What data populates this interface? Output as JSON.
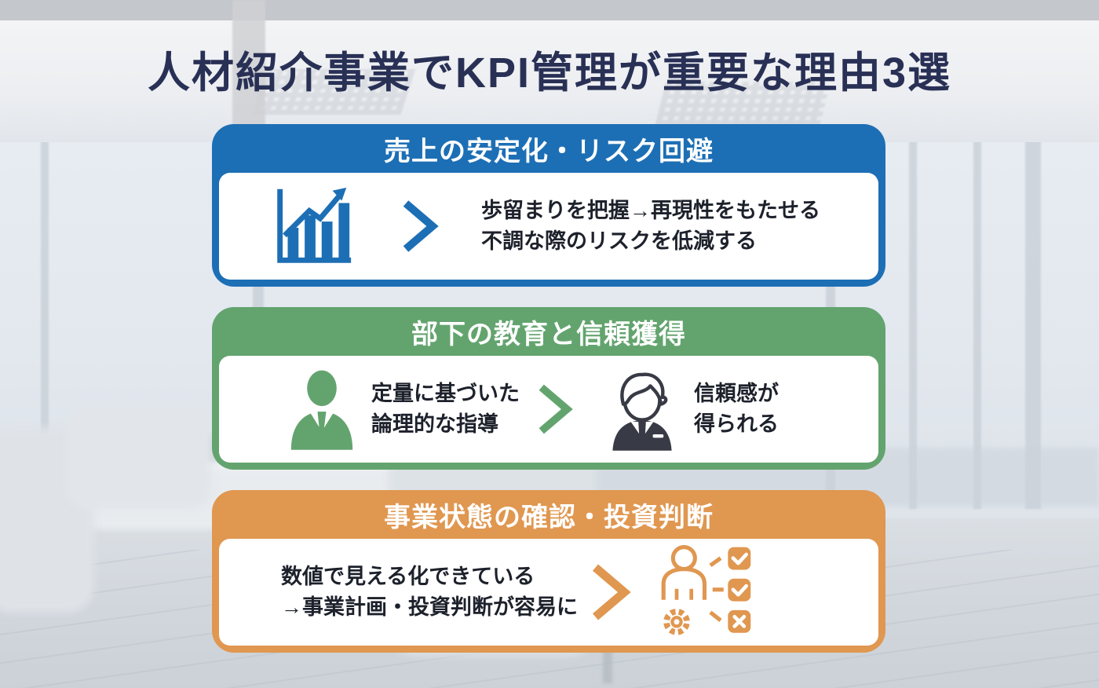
{
  "title": "人材紹介事業でKPI管理が重要な理由3選",
  "cards": [
    {
      "header": "売上の安定化・リスク回避",
      "accent": "#1d6fb5",
      "body": {
        "line1": "歩留まりを把握→再現性をもたせる",
        "line2": "不調な際のリスクを低減する"
      },
      "icons": [
        "bar-chart-growth-icon",
        "chevron-right-icon"
      ]
    },
    {
      "header": "部下の教育と信頼獲得",
      "accent": "#63a46e",
      "left": {
        "line1": "定量に基づいた",
        "line2": "論理的な指導"
      },
      "right": {
        "line1": "信頼感が",
        "line2": "得られる"
      },
      "icons": [
        "manager-silhouette-icon",
        "chevron-right-icon",
        "businessman-icon"
      ]
    },
    {
      "header": "事業状態の確認・投資判断",
      "accent": "#e09750",
      "body": {
        "line1": "数値で見える化できている",
        "line2": "→事業計画・投資判断が容易に"
      },
      "icons": [
        "chevron-right-icon",
        "person-checklist-icon",
        "gear-icon",
        "checkbox-check-icon",
        "checkbox-cross-icon"
      ]
    }
  ],
  "colors": {
    "title_text": "#293055",
    "blue": "#1d6fb5",
    "green": "#63a46e",
    "orange": "#e09750",
    "body_text": "#1d212b",
    "businessman_ink": "#383b45"
  }
}
